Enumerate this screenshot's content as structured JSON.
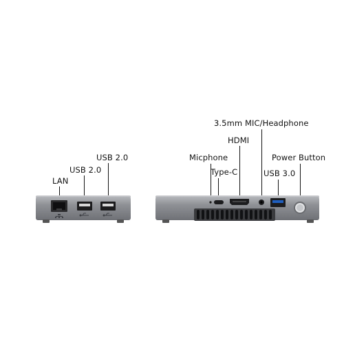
{
  "left_device": {
    "labels": {
      "lan": "LAN",
      "usb_left": "USB 2.0",
      "usb_right": "USB 2.0"
    }
  },
  "right_device": {
    "labels": {
      "mic": "Micphone",
      "typec": "Type-C",
      "hdmi": "HDMI",
      "audio": "3.5mm MIC/Headphone",
      "usb3": "USB 3.0",
      "power": "Power Button"
    }
  },
  "colors": {
    "chassis": "#8e9095",
    "chassis_dark": "#5e6065",
    "port_dark": "#1c1c1e",
    "usb3_blue": "#1f5fbf"
  }
}
